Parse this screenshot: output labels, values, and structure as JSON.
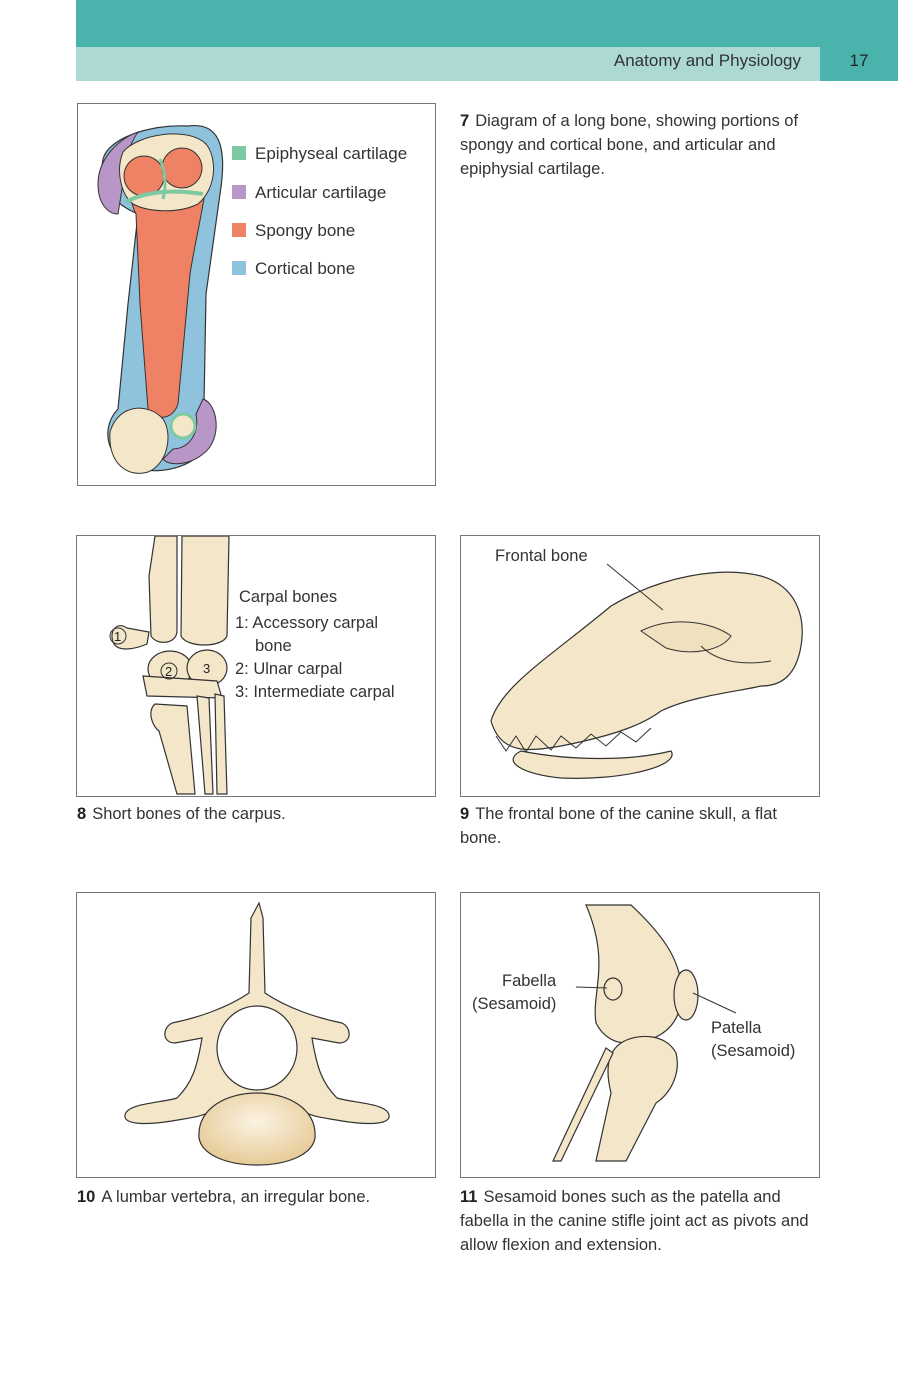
{
  "header": {
    "title": "Anatomy and Physiology",
    "page_number": "17",
    "colors": {
      "dark": "#4ab3ac",
      "light": "#acd9d4"
    }
  },
  "figure7": {
    "number": "7",
    "caption": "Diagram of a long bone, showing portions of spongy and cortical bone, and articular and epiphysial cartilage.",
    "legend": [
      {
        "label": "Epiphyseal cartilage",
        "color": "#7dc9a1"
      },
      {
        "label": "Articular cartilage",
        "color": "#b996c8"
      },
      {
        "label": "Spongy bone",
        "color": "#ef8264"
      },
      {
        "label": "Cortical bone",
        "color": "#8fc2dc"
      }
    ]
  },
  "figure8": {
    "number": "8",
    "caption": "Short bones of the carpus.",
    "title": "Carpal bones",
    "items": [
      "1: Accessory carpal",
      "bone",
      "2: Ulnar carpal",
      "3: Intermediate carpal"
    ],
    "markers": [
      "1",
      "2",
      "3"
    ]
  },
  "figure9": {
    "number": "9",
    "caption": "The frontal bone of the canine skull, a flat bone.",
    "label": "Frontal bone"
  },
  "figure10": {
    "number": "10",
    "caption": "A lumbar vertebra, an irregular bone."
  },
  "figure11": {
    "number": "11",
    "caption": "Sesamoid bones such as the patella and fabella in the canine stifle joint act as pivots and allow flexion and extension.",
    "fabella_label": "Fabella",
    "fabella_sub": "(Sesamoid)",
    "patella_label": "Patella",
    "patella_sub": "(Sesamoid)"
  },
  "bone_color": "#f4e6c8"
}
